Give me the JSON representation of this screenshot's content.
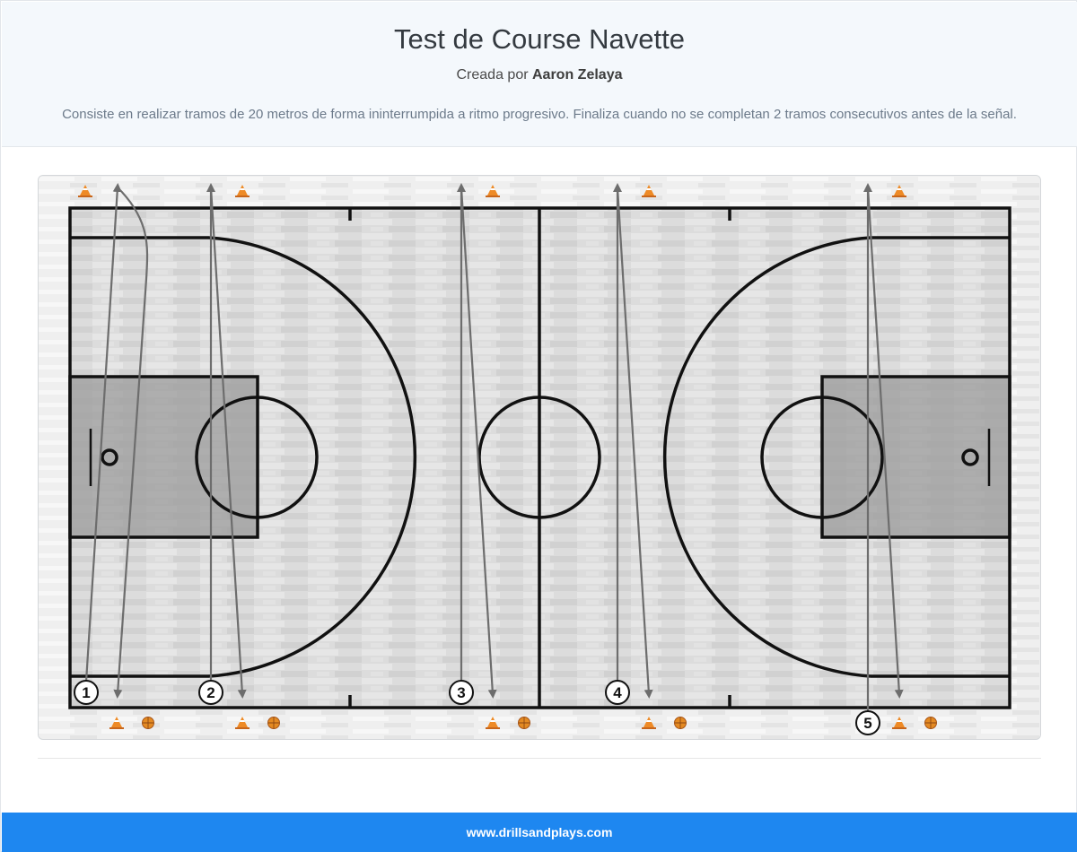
{
  "header": {
    "title": "Test de Course Navette",
    "created_by_label": "Creada por",
    "author": "Aaron Zelaya",
    "description": "Consiste en realizar tramos de 20 metros de forma ininterrumpida a ritmo progresivo. Finaliza cuando no se completan 2 tramos consecutivos antes de la señal."
  },
  "diagram": {
    "players": [
      "1",
      "2",
      "3",
      "4",
      "5"
    ],
    "icons": [
      "cone-icon",
      "ball-icon",
      "player-icon",
      "arrow-icon"
    ],
    "colors": {
      "court_floor": "#d8d8d8",
      "paint": "#9b9b9b",
      "lines": "#111111",
      "arrows": "#6d6d6d",
      "cone": "#e8821e",
      "ball": "#e0871f"
    }
  },
  "footer": {
    "site": "www.drillsandplays.com"
  }
}
